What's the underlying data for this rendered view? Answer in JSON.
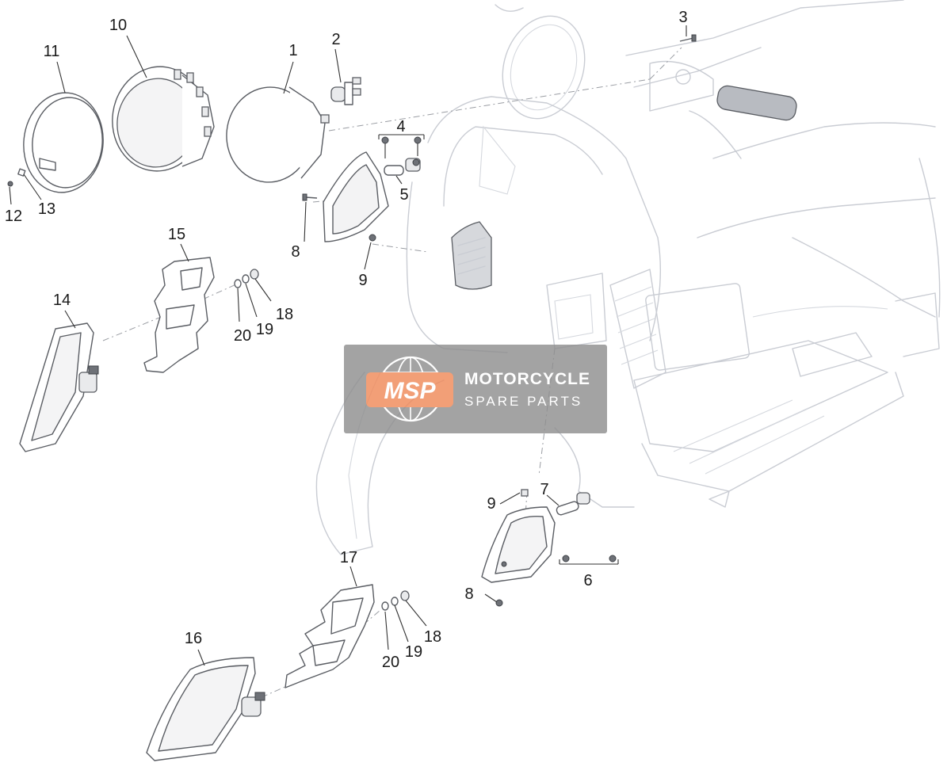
{
  "diagram": {
    "callouts": [
      {
        "id": "c1",
        "label": "1"
      },
      {
        "id": "c2",
        "label": "2"
      },
      {
        "id": "c3",
        "label": "3"
      },
      {
        "id": "c4",
        "label": "4"
      },
      {
        "id": "c5",
        "label": "5"
      },
      {
        "id": "c6",
        "label": "6"
      },
      {
        "id": "c7",
        "label": "7"
      },
      {
        "id": "c8a",
        "label": "8"
      },
      {
        "id": "c8b",
        "label": "8"
      },
      {
        "id": "c9a",
        "label": "9"
      },
      {
        "id": "c9b",
        "label": "9"
      },
      {
        "id": "c10",
        "label": "10"
      },
      {
        "id": "c11",
        "label": "11"
      },
      {
        "id": "c12",
        "label": "12"
      },
      {
        "id": "c13",
        "label": "13"
      },
      {
        "id": "c14",
        "label": "14"
      },
      {
        "id": "c15",
        "label": "15"
      },
      {
        "id": "c16",
        "label": "16"
      },
      {
        "id": "c17",
        "label": "17"
      },
      {
        "id": "c18a",
        "label": "18"
      },
      {
        "id": "c18b",
        "label": "18"
      },
      {
        "id": "c19a",
        "label": "19"
      },
      {
        "id": "c19b",
        "label": "19"
      },
      {
        "id": "c20a",
        "label": "20"
      },
      {
        "id": "c20b",
        "label": "20"
      }
    ]
  },
  "watermark": {
    "logo": "MSP",
    "line1": "MOTORCYCLE",
    "line2": "SPARE PARTS",
    "box_color": "#8f8f8f",
    "accent_color": "#f08a5a"
  }
}
